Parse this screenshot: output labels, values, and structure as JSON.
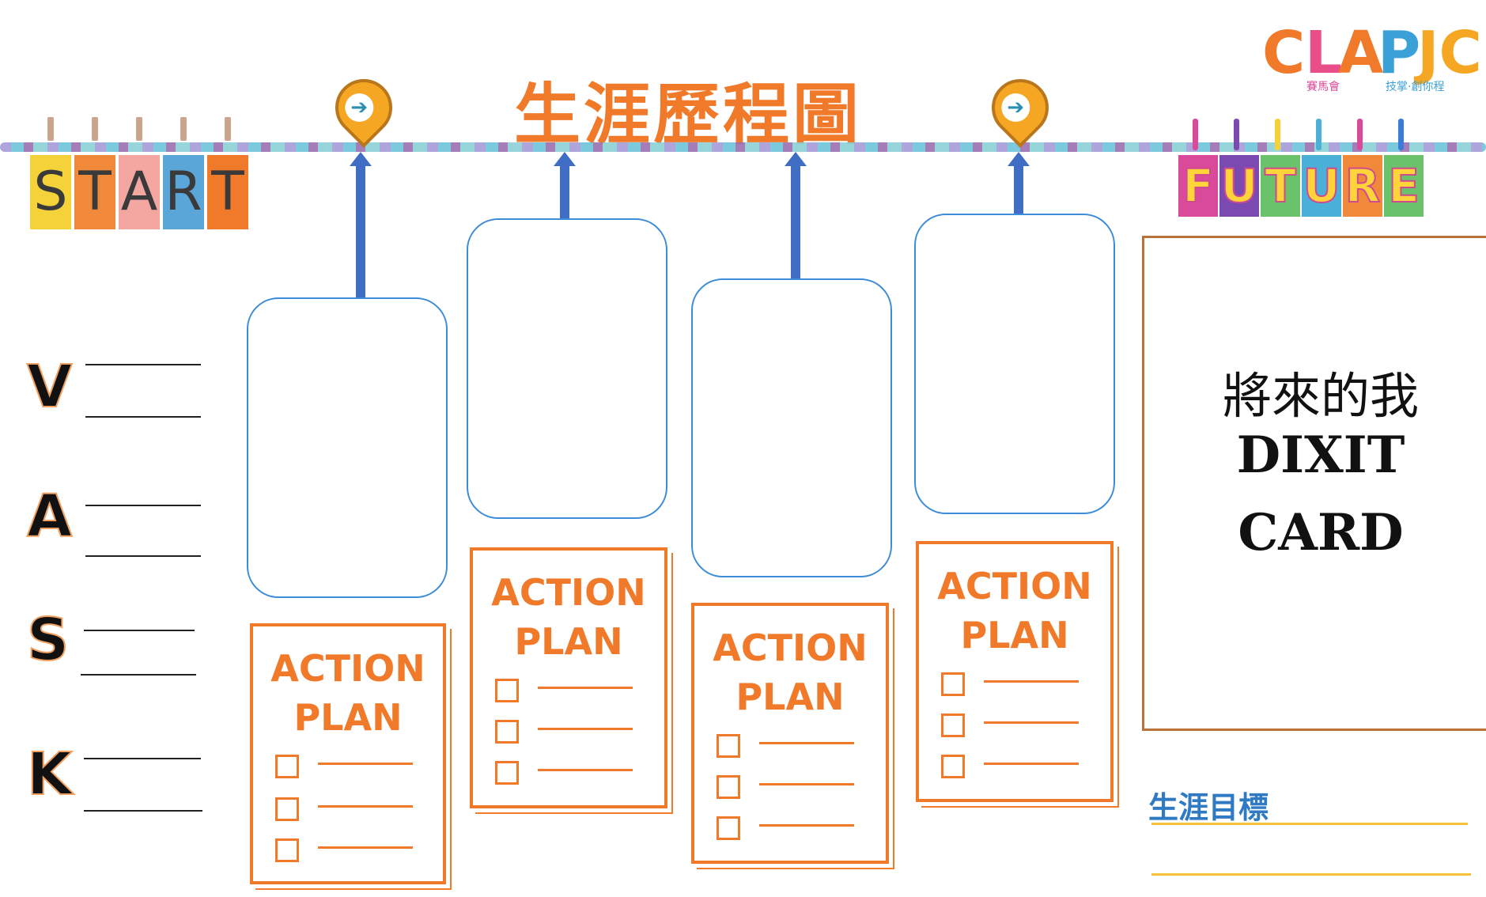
{
  "title": "生涯歷程圖",
  "start_letters": [
    "S",
    "T",
    "A",
    "R",
    "T"
  ],
  "start_colors": [
    "#f6d23a",
    "#f08a3a",
    "#f4a6a0",
    "#5aa6d8",
    "#f07a2a"
  ],
  "future_letters": [
    "F",
    "U",
    "T",
    "U",
    "R",
    "E"
  ],
  "future_colors": [
    "#d94a9a",
    "#7a4ab0",
    "#f6d23a",
    "#4ab0d8",
    "#f08a3a",
    "#6ac26a"
  ],
  "vask": [
    "V",
    "A",
    "S",
    "K"
  ],
  "action_plan": {
    "line1": "ACTION",
    "line2": "PLAN"
  },
  "future": {
    "label": "將來的我",
    "dixit": "DIXIT",
    "card": "CARD"
  },
  "goal": "生涯目標",
  "logo": {
    "text": "CLAPJC",
    "sub1": "賽馬會",
    "sub2": "技掌·創你程",
    "colors": [
      "#f07a2a",
      "#ea4e8a",
      "#f07a2a",
      "#3aa0d8",
      "#f5a623"
    ]
  },
  "icons": {
    "pin": "location-pin-arrow-icon",
    "up_arrow": "up-arrow-icon",
    "checkbox": "checkbox-icon"
  }
}
